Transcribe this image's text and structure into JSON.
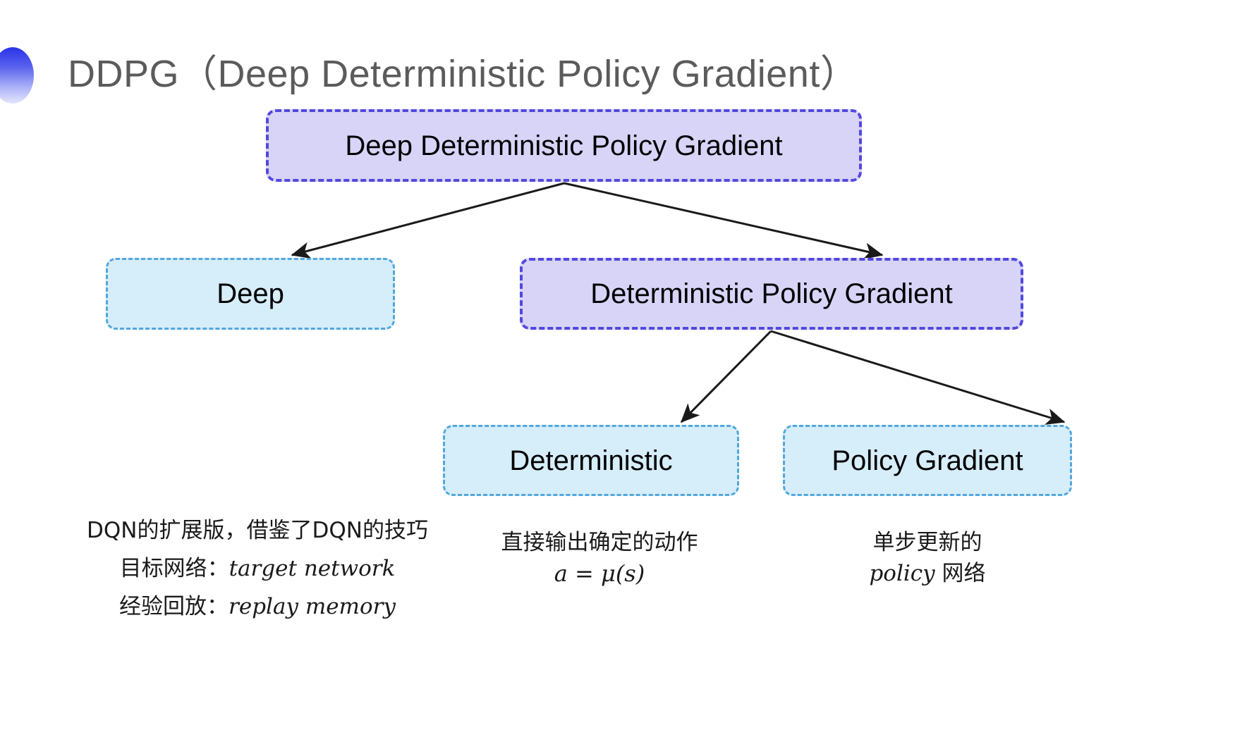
{
  "slide": {
    "title": "DDPG（Deep Deterministic Policy Gradient）",
    "bullet_icon": "circle-gradient-bullet",
    "colors": {
      "title_text": "#5b5b5b",
      "purple_fill": "#d7d4f8",
      "purple_border": "#5248dd",
      "blue_fill": "#d6edfa",
      "blue_border": "#52a7dd",
      "arrow": "#1a1a1a",
      "background": "#ffffff"
    }
  },
  "diagram": {
    "type": "tree",
    "nodes": [
      {
        "id": "root",
        "label": "Deep Deterministic Policy Gradient",
        "style": "purple"
      },
      {
        "id": "deep",
        "label": "Deep",
        "style": "blue"
      },
      {
        "id": "dpg",
        "label": "Deterministic Policy Gradient",
        "style": "purple"
      },
      {
        "id": "det",
        "label": "Deterministic",
        "style": "blue"
      },
      {
        "id": "pg",
        "label": "Policy Gradient",
        "style": "blue"
      }
    ],
    "edges": [
      {
        "from": "root",
        "to": "deep"
      },
      {
        "from": "root",
        "to": "dpg"
      },
      {
        "from": "dpg",
        "to": "det"
      },
      {
        "from": "dpg",
        "to": "pg"
      }
    ]
  },
  "captions": {
    "deep": {
      "line1": "DQN的扩展版，借鉴了DQN的技巧",
      "line2_label": "目标网络：",
      "line2_term": "target network",
      "line3_label": "经验回放：",
      "line3_term": "replay memory"
    },
    "deterministic": {
      "line1": "直接输出确定的动作",
      "formula": "a = μ(s)"
    },
    "policy_gradient": {
      "line1": "单步更新的",
      "line2_term": "policy",
      "line2_tail": " 网络"
    }
  }
}
